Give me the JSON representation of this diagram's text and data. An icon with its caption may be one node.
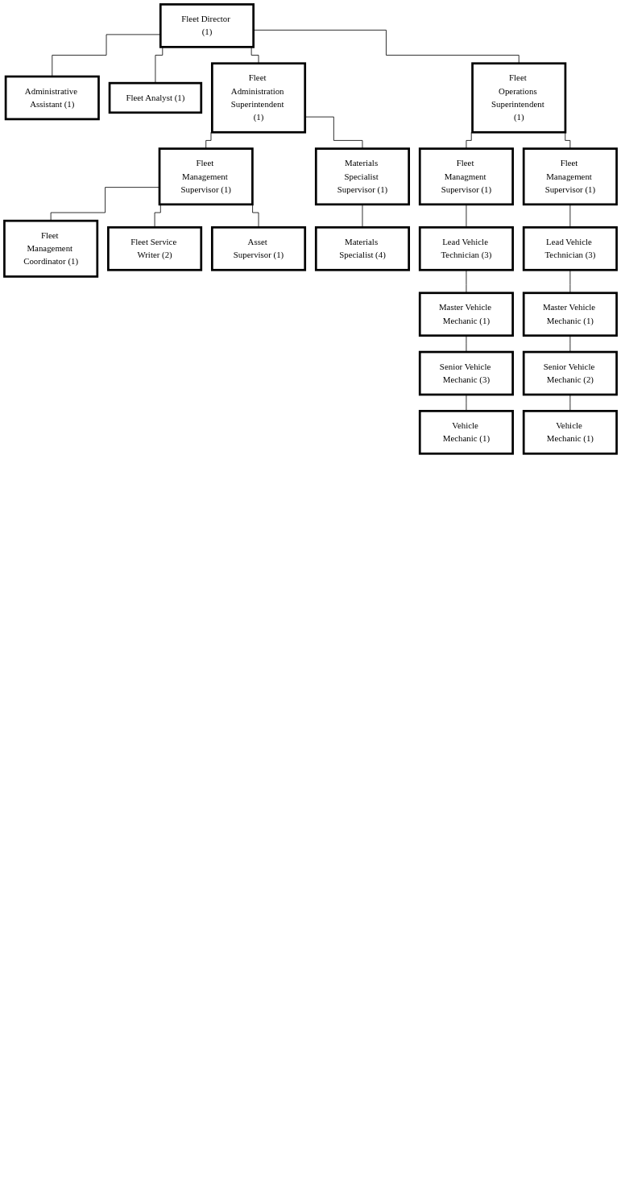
{
  "diagram": {
    "nodes": [
      {
        "text": [
          "Fleet Director (1)"
        ]
      },
      {
        "text": [
          "Administrative Assistant (1)"
        ]
      },
      {
        "text": [
          "Fleet Analyst (1)"
        ]
      },
      {
        "text": [
          "Fleet Administration Superintendent (1)"
        ]
      },
      {
        "text": [
          "Fleet Operations Superintendent (1)"
        ]
      },
      {
        "text": [
          "Fleet Management Supervisor (1)"
        ]
      },
      {
        "text": [
          "Materials Specialist Supervisor (1)"
        ]
      },
      {
        "text": [
          "Fleet Managment Supervisor (1)"
        ]
      },
      {
        "text": [
          "Fleet Management Supervisor (1)"
        ]
      },
      {
        "text": [
          "Fleet Management Coordinator (1)"
        ]
      },
      {
        "text": [
          "Materials Specialist (4)"
        ]
      },
      {
        "text": [
          "Lead Vehicle Technician (3)"
        ]
      },
      {
        "text": [
          "Lead Vehicle Technician (3)"
        ]
      },
      {
        "text": [
          "Fleet Service Writer (2)"
        ]
      },
      {
        "text": [
          "Master Vehicle Mechanic (1)"
        ]
      },
      {
        "text": [
          "Master Vehicle Mechanic (1)"
        ]
      },
      {
        "text": [
          "Asset Supervisor (1)"
        ]
      },
      {
        "text": [
          "Senior Vehicle Mechanic (3)"
        ]
      },
      {
        "text": [
          "Senior Vehicle Mechanic (2)"
        ]
      },
      {
        "text": [
          "Vehicle Mechanic (1)"
        ]
      },
      {
        "text": [
          "Vehicle Mechanic (1)"
        ]
      }
    ],
    "edges": [
      {
        "from": 0,
        "to": 1,
        "arrow": "none"
      },
      {
        "from": 0,
        "to": 2,
        "arrow": "none"
      },
      {
        "from": 0,
        "to": 3,
        "arrow": "none"
      },
      {
        "from": 0,
        "to": 4,
        "arrow": "none"
      },
      {
        "from": 3,
        "to": 5,
        "arrow": "none"
      },
      {
        "from": 3,
        "to": 6,
        "arrow": "none"
      },
      {
        "from": 4,
        "to": 7,
        "arrow": "none"
      },
      {
        "from": 4,
        "to": 8,
        "arrow": "none"
      },
      {
        "from": 5,
        "to": 9,
        "arrow": "none"
      },
      {
        "from": 5,
        "to": 13,
        "arrow": "none"
      },
      {
        "from": 5,
        "to": 16,
        "arrow": "none"
      },
      {
        "from": 6,
        "to": 10,
        "arrow": "none"
      },
      {
        "from": 7,
        "to": 11,
        "arrow": "none"
      },
      {
        "from": 8,
        "to": 12,
        "arrow": "none"
      },
      {
        "from": 11,
        "to": 14,
        "arrow": "none"
      },
      {
        "from": 12,
        "to": 15,
        "arrow": "none"
      },
      {
        "from": 14,
        "to": 17,
        "arrow": "none"
      },
      {
        "from": 15,
        "to": 18,
        "arrow": "none"
      },
      {
        "from": 17,
        "to": 19,
        "arrow": "none"
      },
      {
        "from": 18,
        "to": 20,
        "arrow": "none"
      }
    ]
  }
}
